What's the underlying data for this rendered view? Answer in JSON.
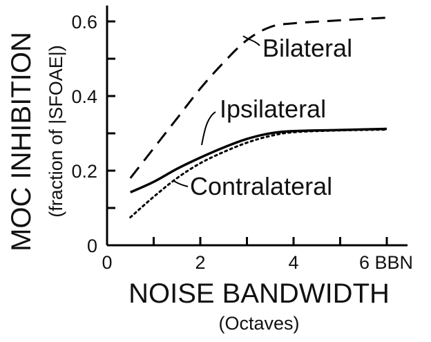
{
  "chart_data": {
    "type": "line",
    "xlabel": "NOISE BANDWIDTH",
    "xlabel_sub": "(Octaves)",
    "ylabel": "MOC INHIBITION",
    "ylabel_sub": "(fraction of |SFOAE|)",
    "xlim": [
      0,
      6.3
    ],
    "ylim": [
      0,
      0.65
    ],
    "x_ticks": [
      {
        "value": 0,
        "label": "0"
      },
      {
        "value": 1,
        "label": ""
      },
      {
        "value": 2,
        "label": "2"
      },
      {
        "value": 3,
        "label": ""
      },
      {
        "value": 4,
        "label": "4"
      },
      {
        "value": 5,
        "label": ""
      },
      {
        "value": 6,
        "label": "6 BBN"
      }
    ],
    "y_ticks": [
      {
        "value": 0,
        "label": "0"
      },
      {
        "value": 0.1,
        "label": ""
      },
      {
        "value": 0.2,
        "label": "0.2"
      },
      {
        "value": 0.3,
        "label": ""
      },
      {
        "value": 0.4,
        "label": "0.4"
      },
      {
        "value": 0.5,
        "label": ""
      },
      {
        "value": 0.6,
        "label": "0.6"
      }
    ],
    "grid": false,
    "legend": "none (direct labels)",
    "series": [
      {
        "name": "Bilateral",
        "style": "dashed",
        "x": [
          0.5,
          1.0,
          1.5,
          2.0,
          2.5,
          3.0,
          3.5,
          4.0,
          5.0,
          6.0
        ],
        "y": [
          0.18,
          0.26,
          0.34,
          0.42,
          0.49,
          0.55,
          0.585,
          0.595,
          0.603,
          0.61
        ]
      },
      {
        "name": "Ipsilateral",
        "style": "solid",
        "x": [
          0.5,
          1.0,
          1.5,
          2.0,
          2.5,
          3.0,
          3.5,
          4.0,
          5.0,
          6.0
        ],
        "y": [
          0.142,
          0.17,
          0.205,
          0.235,
          0.262,
          0.285,
          0.3,
          0.306,
          0.309,
          0.312
        ]
      },
      {
        "name": "Contralateral",
        "style": "dotted",
        "x": [
          0.5,
          1.0,
          1.5,
          2.0,
          2.5,
          3.0,
          3.5,
          4.0,
          5.0,
          6.0
        ],
        "y": [
          0.075,
          0.13,
          0.18,
          0.22,
          0.25,
          0.275,
          0.293,
          0.303,
          0.308,
          0.31
        ]
      }
    ]
  }
}
